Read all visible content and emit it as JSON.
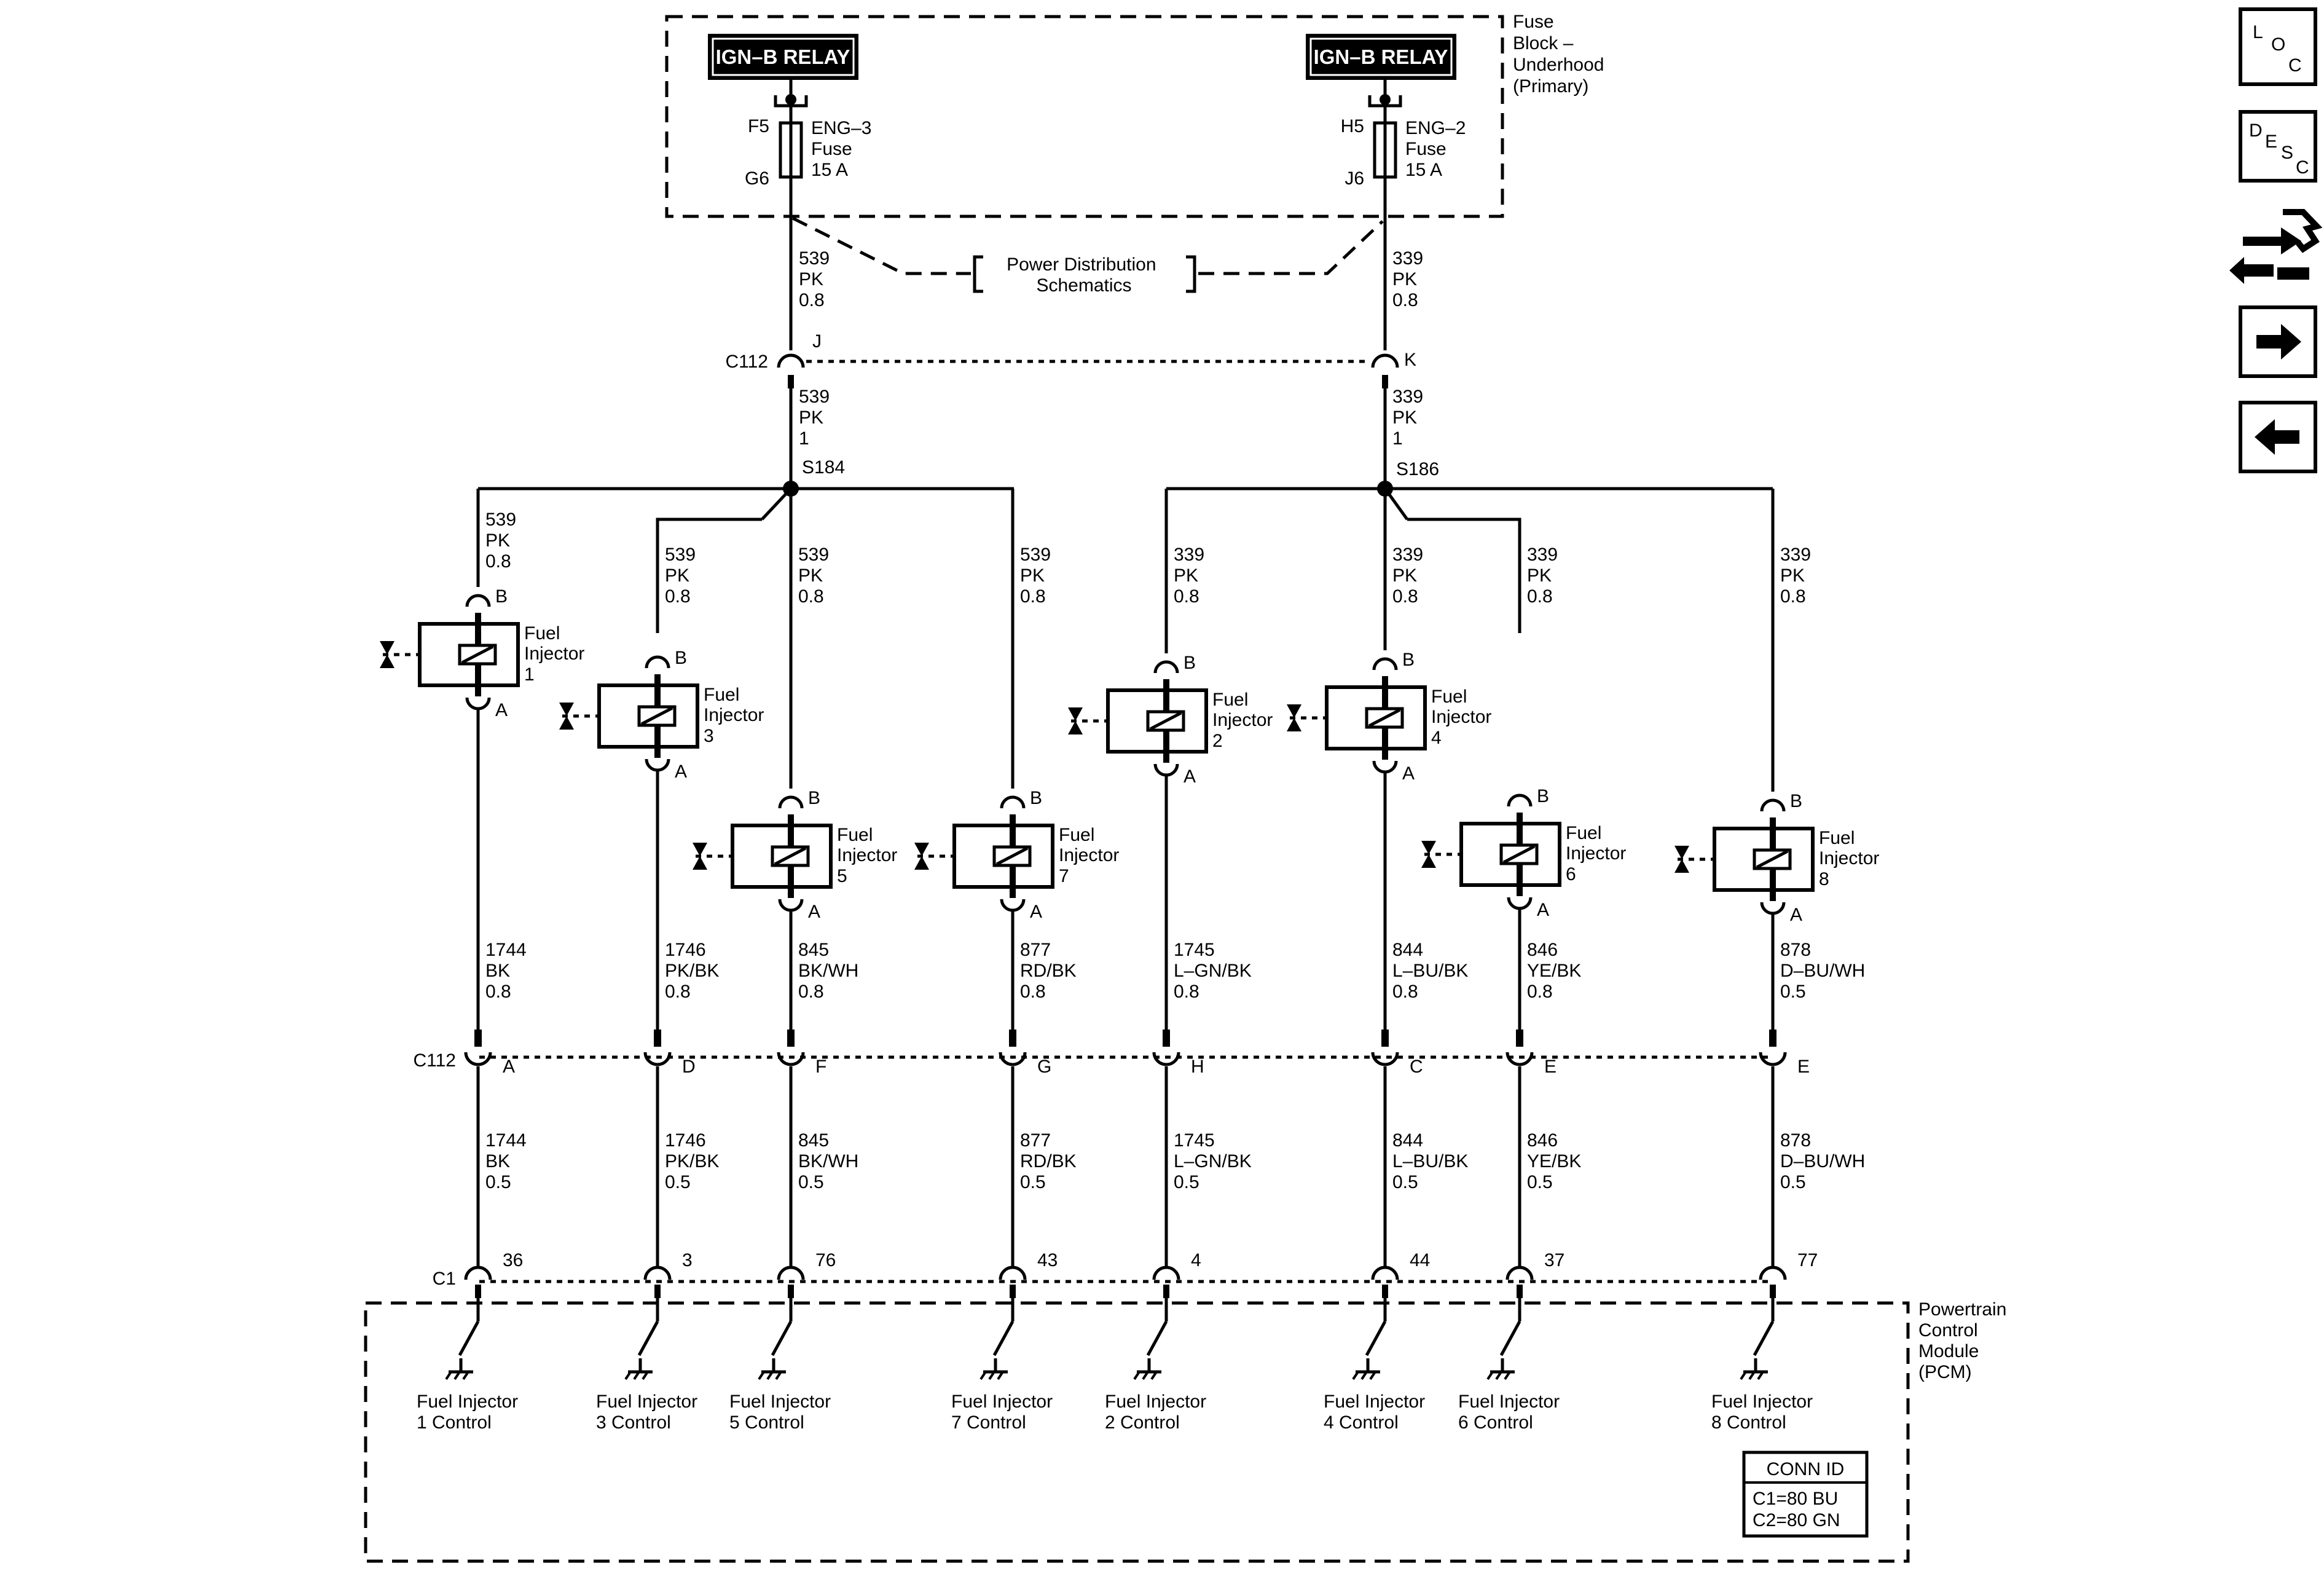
{
  "fuse_block": {
    "title": [
      "Fuse",
      "Block –",
      "Underhood",
      "(Primary)"
    ],
    "relay_left": "IGN–B RELAY",
    "relay_right": "IGN–B RELAY",
    "fuse_left": {
      "top_pin": "F5",
      "bottom_pin": "G6",
      "lines": [
        "ENG–3",
        "Fuse",
        "15 A"
      ]
    },
    "fuse_right": {
      "top_pin": "H5",
      "bottom_pin": "J6",
      "lines": [
        "ENG–2",
        "Fuse",
        "15 A"
      ]
    }
  },
  "power_ref": [
    "Power Distribution",
    "Schematics"
  ],
  "feed_left_upper": [
    "539",
    "PK",
    "0.8"
  ],
  "feed_right_upper": [
    "339",
    "PK",
    "0.8"
  ],
  "c112_top": {
    "name": "C112",
    "pin_left": "J",
    "pin_right": "K"
  },
  "feed_left_lower": [
    "539",
    "PK",
    "1"
  ],
  "feed_right_lower": [
    "339",
    "PK",
    "1"
  ],
  "splice_left": "S184",
  "splice_right": "S186",
  "injector_word": [
    "Fuel",
    "Injector"
  ],
  "pin_b": "B",
  "pin_a": "A",
  "branches": [
    {
      "supply": [
        "539",
        "PK",
        "0.8"
      ],
      "inj": "1",
      "ctrl_mid": [
        "1744",
        "BK",
        "0.8"
      ],
      "c112_pin": "A",
      "ctrl_low": [
        "1744",
        "BK",
        "0.5"
      ],
      "pcm_pin": "36",
      "pcm_label": [
        "Fuel Injector",
        "1 Control"
      ]
    },
    {
      "supply": [
        "539",
        "PK",
        "0.8"
      ],
      "inj": "3",
      "ctrl_mid": [
        "1746",
        "PK/BK",
        "0.8"
      ],
      "c112_pin": "D",
      "ctrl_low": [
        "1746",
        "PK/BK",
        "0.5"
      ],
      "pcm_pin": "3",
      "pcm_label": [
        "Fuel Injector",
        "3 Control"
      ]
    },
    {
      "supply": [
        "539",
        "PK",
        "0.8"
      ],
      "inj": "5",
      "ctrl_mid": [
        "845",
        "BK/WH",
        "0.8"
      ],
      "c112_pin": "F",
      "ctrl_low": [
        "845",
        "BK/WH",
        "0.5"
      ],
      "pcm_pin": "76",
      "pcm_label": [
        "Fuel Injector",
        "5 Control"
      ]
    },
    {
      "supply": [
        "539",
        "PK",
        "0.8"
      ],
      "inj": "7",
      "ctrl_mid": [
        "877",
        "RD/BK",
        "0.8"
      ],
      "c112_pin": "G",
      "ctrl_low": [
        "877",
        "RD/BK",
        "0.5"
      ],
      "pcm_pin": "43",
      "pcm_label": [
        "Fuel Injector",
        "7 Control"
      ]
    },
    {
      "supply": [
        "339",
        "PK",
        "0.8"
      ],
      "inj": "2",
      "ctrl_mid": [
        "1745",
        "L–GN/BK",
        "0.8"
      ],
      "c112_pin": "H",
      "ctrl_low": [
        "1745",
        "L–GN/BK",
        "0.5"
      ],
      "pcm_pin": "4",
      "pcm_label": [
        "Fuel Injector",
        "2 Control"
      ]
    },
    {
      "supply": [
        "339",
        "PK",
        "0.8"
      ],
      "inj": "4",
      "ctrl_mid": [
        "844",
        "L–BU/BK",
        "0.8"
      ],
      "c112_pin": "C",
      "ctrl_low": [
        "844",
        "L–BU/BK",
        "0.5"
      ],
      "pcm_pin": "44",
      "pcm_label": [
        "Fuel Injector",
        "4 Control"
      ]
    },
    {
      "supply": [
        "339",
        "PK",
        "0.8"
      ],
      "inj": "6",
      "ctrl_mid": [
        "846",
        "YE/BK",
        "0.8"
      ],
      "c112_pin": "E",
      "ctrl_low": [
        "846",
        "YE/BK",
        "0.5"
      ],
      "pcm_pin": "37",
      "pcm_label": [
        "Fuel Injector",
        "6 Control"
      ]
    },
    {
      "supply": [
        "339",
        "PK",
        "0.8"
      ],
      "inj": "8",
      "ctrl_mid": [
        "878",
        "D–BU/WH",
        "0.5"
      ],
      "c112_pin": "E",
      "ctrl_low": [
        "878",
        "D–BU/WH",
        "0.5"
      ],
      "pcm_pin": "77",
      "pcm_label": [
        "Fuel Injector",
        "8 Control"
      ]
    }
  ],
  "c112_bottom": "C112",
  "c1": "C1",
  "pcm": [
    "Powertrain",
    "Control",
    "Module",
    "(PCM)"
  ],
  "conn_id": {
    "title": "CONN ID",
    "rows": [
      "C1=80 BU",
      "C2=80 GN"
    ]
  },
  "nav": {
    "loc": [
      "L",
      "O",
      "C"
    ],
    "desc": [
      "D",
      "E",
      "S",
      "C"
    ],
    "icons": [
      "diagnostic-connector-icon",
      "forward-arrow-icon",
      "back-arrow-icon"
    ]
  }
}
